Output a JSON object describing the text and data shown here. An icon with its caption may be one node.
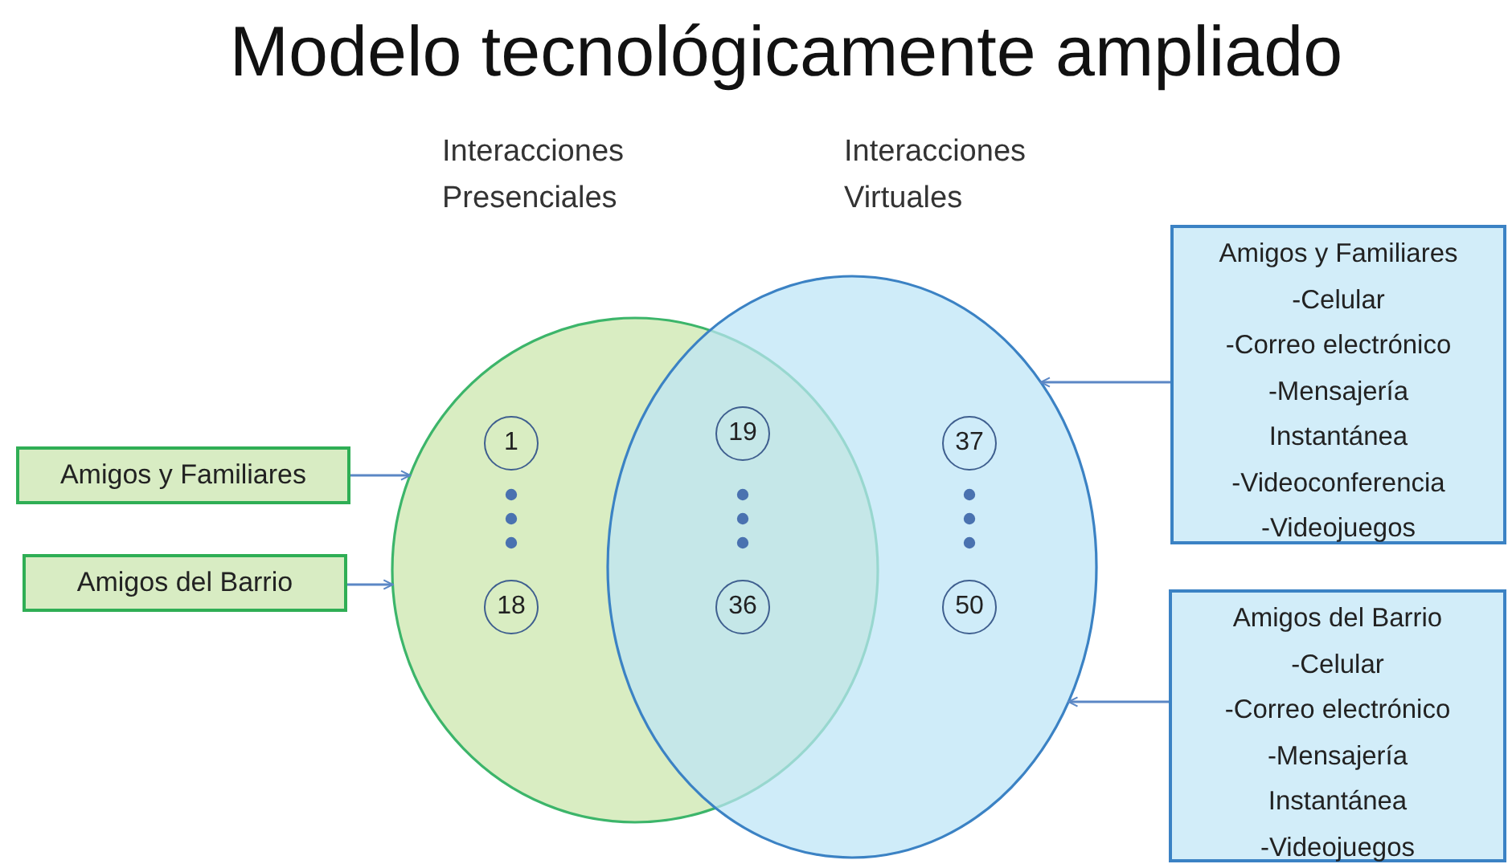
{
  "diagram": {
    "title": "Modelo tecnológicamente ampliado",
    "nodes": [
      {
        "text": [
          "Interacciones Presenciales"
        ]
      },
      {
        "text": [
          "Interacciones Virtuales"
        ]
      },
      {
        "text": [
          "1"
        ],
        "in": 0
      },
      {
        "text": [
          "19"
        ]
      },
      {
        "text": [
          "37"
        ],
        "in": 1
      },
      {
        "text": [
          "18"
        ],
        "in": 0
      },
      {
        "text": [
          "36"
        ]
      },
      {
        "text": [
          "50"
        ],
        "in": 1
      },
      {
        "text": [
          "Amigos y Familiares"
        ]
      },
      {
        "text": [
          "Amigos del Barrio"
        ]
      },
      {
        "text": [
          "Amigos y Familiares",
          "-Celular",
          "-Correo electrónico",
          "-Mensajería Instantánea",
          "-Videoconferencia",
          "-Videojuegos"
        ]
      },
      {
        "text": [
          "Amigos del Barrio",
          "-Celular",
          "-Correo electrónico",
          "-Mensajería Instantánea",
          "-Videojuegos"
        ]
      }
    ],
    "edges": [
      {
        "from": 8,
        "to": 0,
        "arrow": "to"
      },
      {
        "from": 9,
        "to": 0,
        "arrow": "to"
      },
      {
        "from": 10,
        "to": 1,
        "arrow": "to"
      },
      {
        "from": 11,
        "to": 1,
        "arrow": "to"
      }
    ]
  }
}
